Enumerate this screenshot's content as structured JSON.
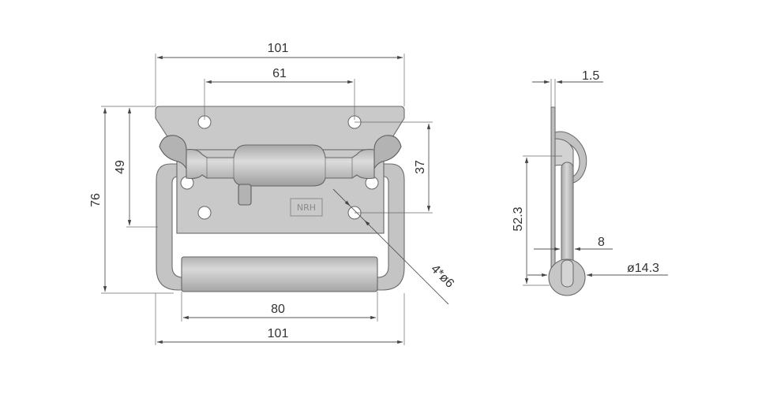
{
  "drawing": {
    "front_view": {
      "overall_width_top": "101",
      "hole_spacing": "61",
      "total_height": "76",
      "plate_height": "49",
      "hole_vertical_spacing": "37",
      "grip_length": "80",
      "overall_width_bottom": "101",
      "hole_spec": "4*ø6",
      "logo": "NRH"
    },
    "side_view": {
      "plate_thickness": "1.5",
      "height": "52.3",
      "rod_diameter": "8",
      "grip_diameter": "ø14.3"
    }
  }
}
